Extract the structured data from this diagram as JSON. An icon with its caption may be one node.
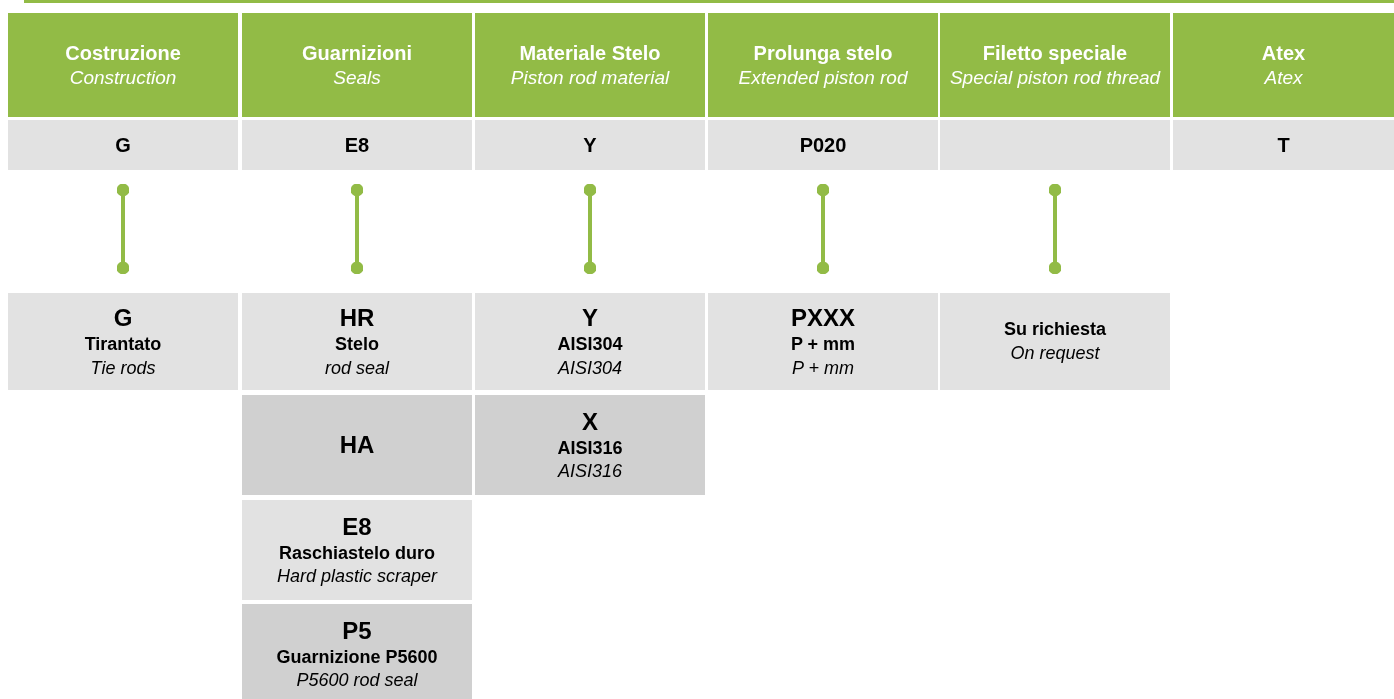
{
  "diagram": {
    "nodes": [
      {
        "text": [
          "Costruzione",
          "Construction"
        ]
      },
      {
        "text": [
          "Guarnizioni",
          "Seals"
        ]
      },
      {
        "text": [
          "Materiale Stelo",
          "Piston rod material"
        ]
      },
      {
        "text": [
          "Prolunga stelo",
          "Extended piston rod"
        ]
      },
      {
        "text": [
          "Filetto speciale",
          "Special piston rod thread"
        ]
      },
      {
        "text": [
          "Atex",
          "Atex"
        ]
      },
      {
        "text": [
          "G"
        ]
      },
      {
        "text": [
          "E8"
        ]
      },
      {
        "text": [
          "Y"
        ]
      },
      {
        "text": [
          "P020"
        ]
      },
      {
        "text": [],
        "shape": "box"
      },
      {
        "text": [
          "T"
        ]
      },
      {
        "text": [
          "G",
          "Tirantato",
          "Tie rods"
        ]
      },
      {
        "text": [
          "HR",
          "Stelo",
          "rod seal"
        ]
      },
      {
        "text": [
          "Y",
          "AISI304",
          "AISI304"
        ]
      },
      {
        "text": [
          "PXXX",
          "P + mm",
          "P + mm"
        ]
      },
      {
        "text": [
          "Su richiesta",
          "On request"
        ]
      },
      {
        "text": [
          "HA"
        ]
      },
      {
        "text": [
          "X",
          "AISI316",
          "AISI316"
        ]
      },
      {
        "text": [
          "E8",
          "Raschiastelo duro",
          "Hard plastic scraper"
        ]
      },
      {
        "text": [
          "P5",
          "Guarnizione P5600",
          "P5600 rod seal"
        ]
      }
    ],
    "edges": [
      {
        "from": 6,
        "to": 12,
        "arrow": "other"
      },
      {
        "from": 7,
        "to": 13,
        "arrow": "other"
      },
      {
        "from": 8,
        "to": 14,
        "arrow": "other"
      },
      {
        "from": 9,
        "to": 15,
        "arrow": "other"
      },
      {
        "from": 10,
        "to": 16,
        "arrow": "other"
      }
    ]
  }
}
